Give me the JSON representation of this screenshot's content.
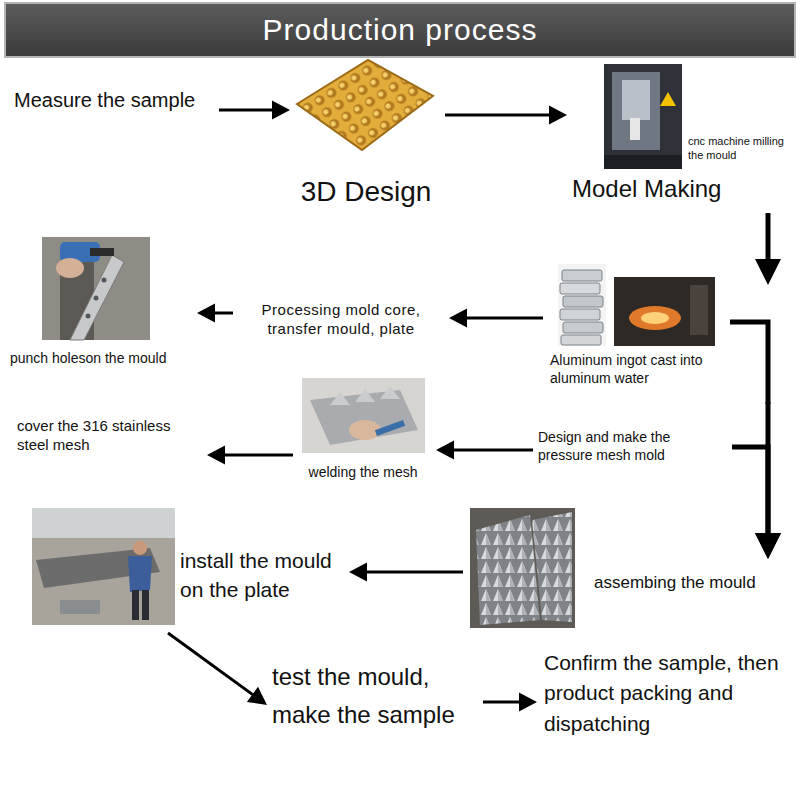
{
  "diagram": {
    "title": "Production process",
    "nodes": [
      {
        "text": [
          "Measure the sample"
        ]
      },
      {
        "text": [
          "3D Design"
        ]
      },
      {
        "text": [
          "cnc machine milling the mould",
          "Model Making"
        ]
      },
      {
        "text": [
          "Aluminum ingot cast into aluminum water"
        ]
      },
      {
        "text": [
          "Processing mold core, transfer mould, plate"
        ]
      },
      {
        "text": [
          "punch holeson the mould"
        ]
      },
      {
        "text": [
          "Design and make the pressure mesh mold"
        ]
      },
      {
        "text": [
          "welding the mesh"
        ]
      },
      {
        "text": [
          "cover the 316 stainless steel mesh"
        ]
      },
      {
        "text": [
          "assembing the mould"
        ]
      },
      {
        "text": [
          "install the mould on the plate"
        ]
      },
      {
        "text": [
          "test the mould, make the sample"
        ]
      },
      {
        "text": [
          "Confirm the sample, then product packing and dispatching"
        ]
      }
    ],
    "edges": [
      {
        "from": 0,
        "to": 1,
        "arrow": "to"
      },
      {
        "from": 1,
        "to": 2,
        "arrow": "to"
      },
      {
        "from": 2,
        "to": 3,
        "arrow": "to"
      },
      {
        "from": 3,
        "to": 4,
        "arrow": "to"
      },
      {
        "from": 4,
        "to": 5,
        "arrow": "to"
      },
      {
        "from": 3,
        "to": 9,
        "arrow": "to"
      },
      {
        "from": 6,
        "to": 9,
        "arrow": "to"
      },
      {
        "from": 6,
        "to": 7,
        "arrow": "to"
      },
      {
        "from": 7,
        "to": 8,
        "arrow": "to"
      },
      {
        "from": 9,
        "to": 10,
        "arrow": "to"
      },
      {
        "from": 10,
        "to": 11,
        "arrow": "to"
      },
      {
        "from": 11,
        "to": 12,
        "arrow": "to"
      }
    ]
  }
}
